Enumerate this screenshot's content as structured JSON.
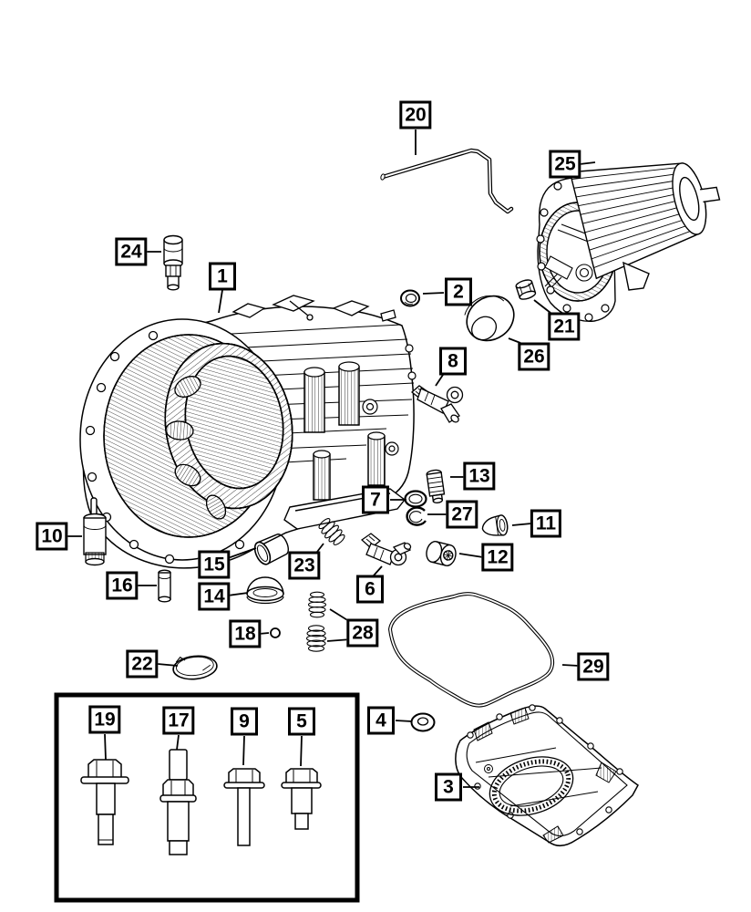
{
  "colors": {
    "background": "#ffffff",
    "ink": "#000000"
  },
  "callouts": [
    {
      "label": "1"
    },
    {
      "label": "2"
    },
    {
      "label": "3"
    },
    {
      "label": "4"
    },
    {
      "label": "5"
    },
    {
      "label": "6"
    },
    {
      "label": "7"
    },
    {
      "label": "8"
    },
    {
      "label": "9"
    },
    {
      "label": "10"
    },
    {
      "label": "11"
    },
    {
      "label": "12"
    },
    {
      "label": "13"
    },
    {
      "label": "14"
    },
    {
      "label": "15"
    },
    {
      "label": "16"
    },
    {
      "label": "17"
    },
    {
      "label": "18"
    },
    {
      "label": "19"
    },
    {
      "label": "20"
    },
    {
      "label": "21"
    },
    {
      "label": "22"
    },
    {
      "label": "23"
    },
    {
      "label": "24"
    },
    {
      "label": "25"
    },
    {
      "label": "26"
    },
    {
      "label": "27"
    },
    {
      "label": "28"
    },
    {
      "label": "29"
    }
  ]
}
